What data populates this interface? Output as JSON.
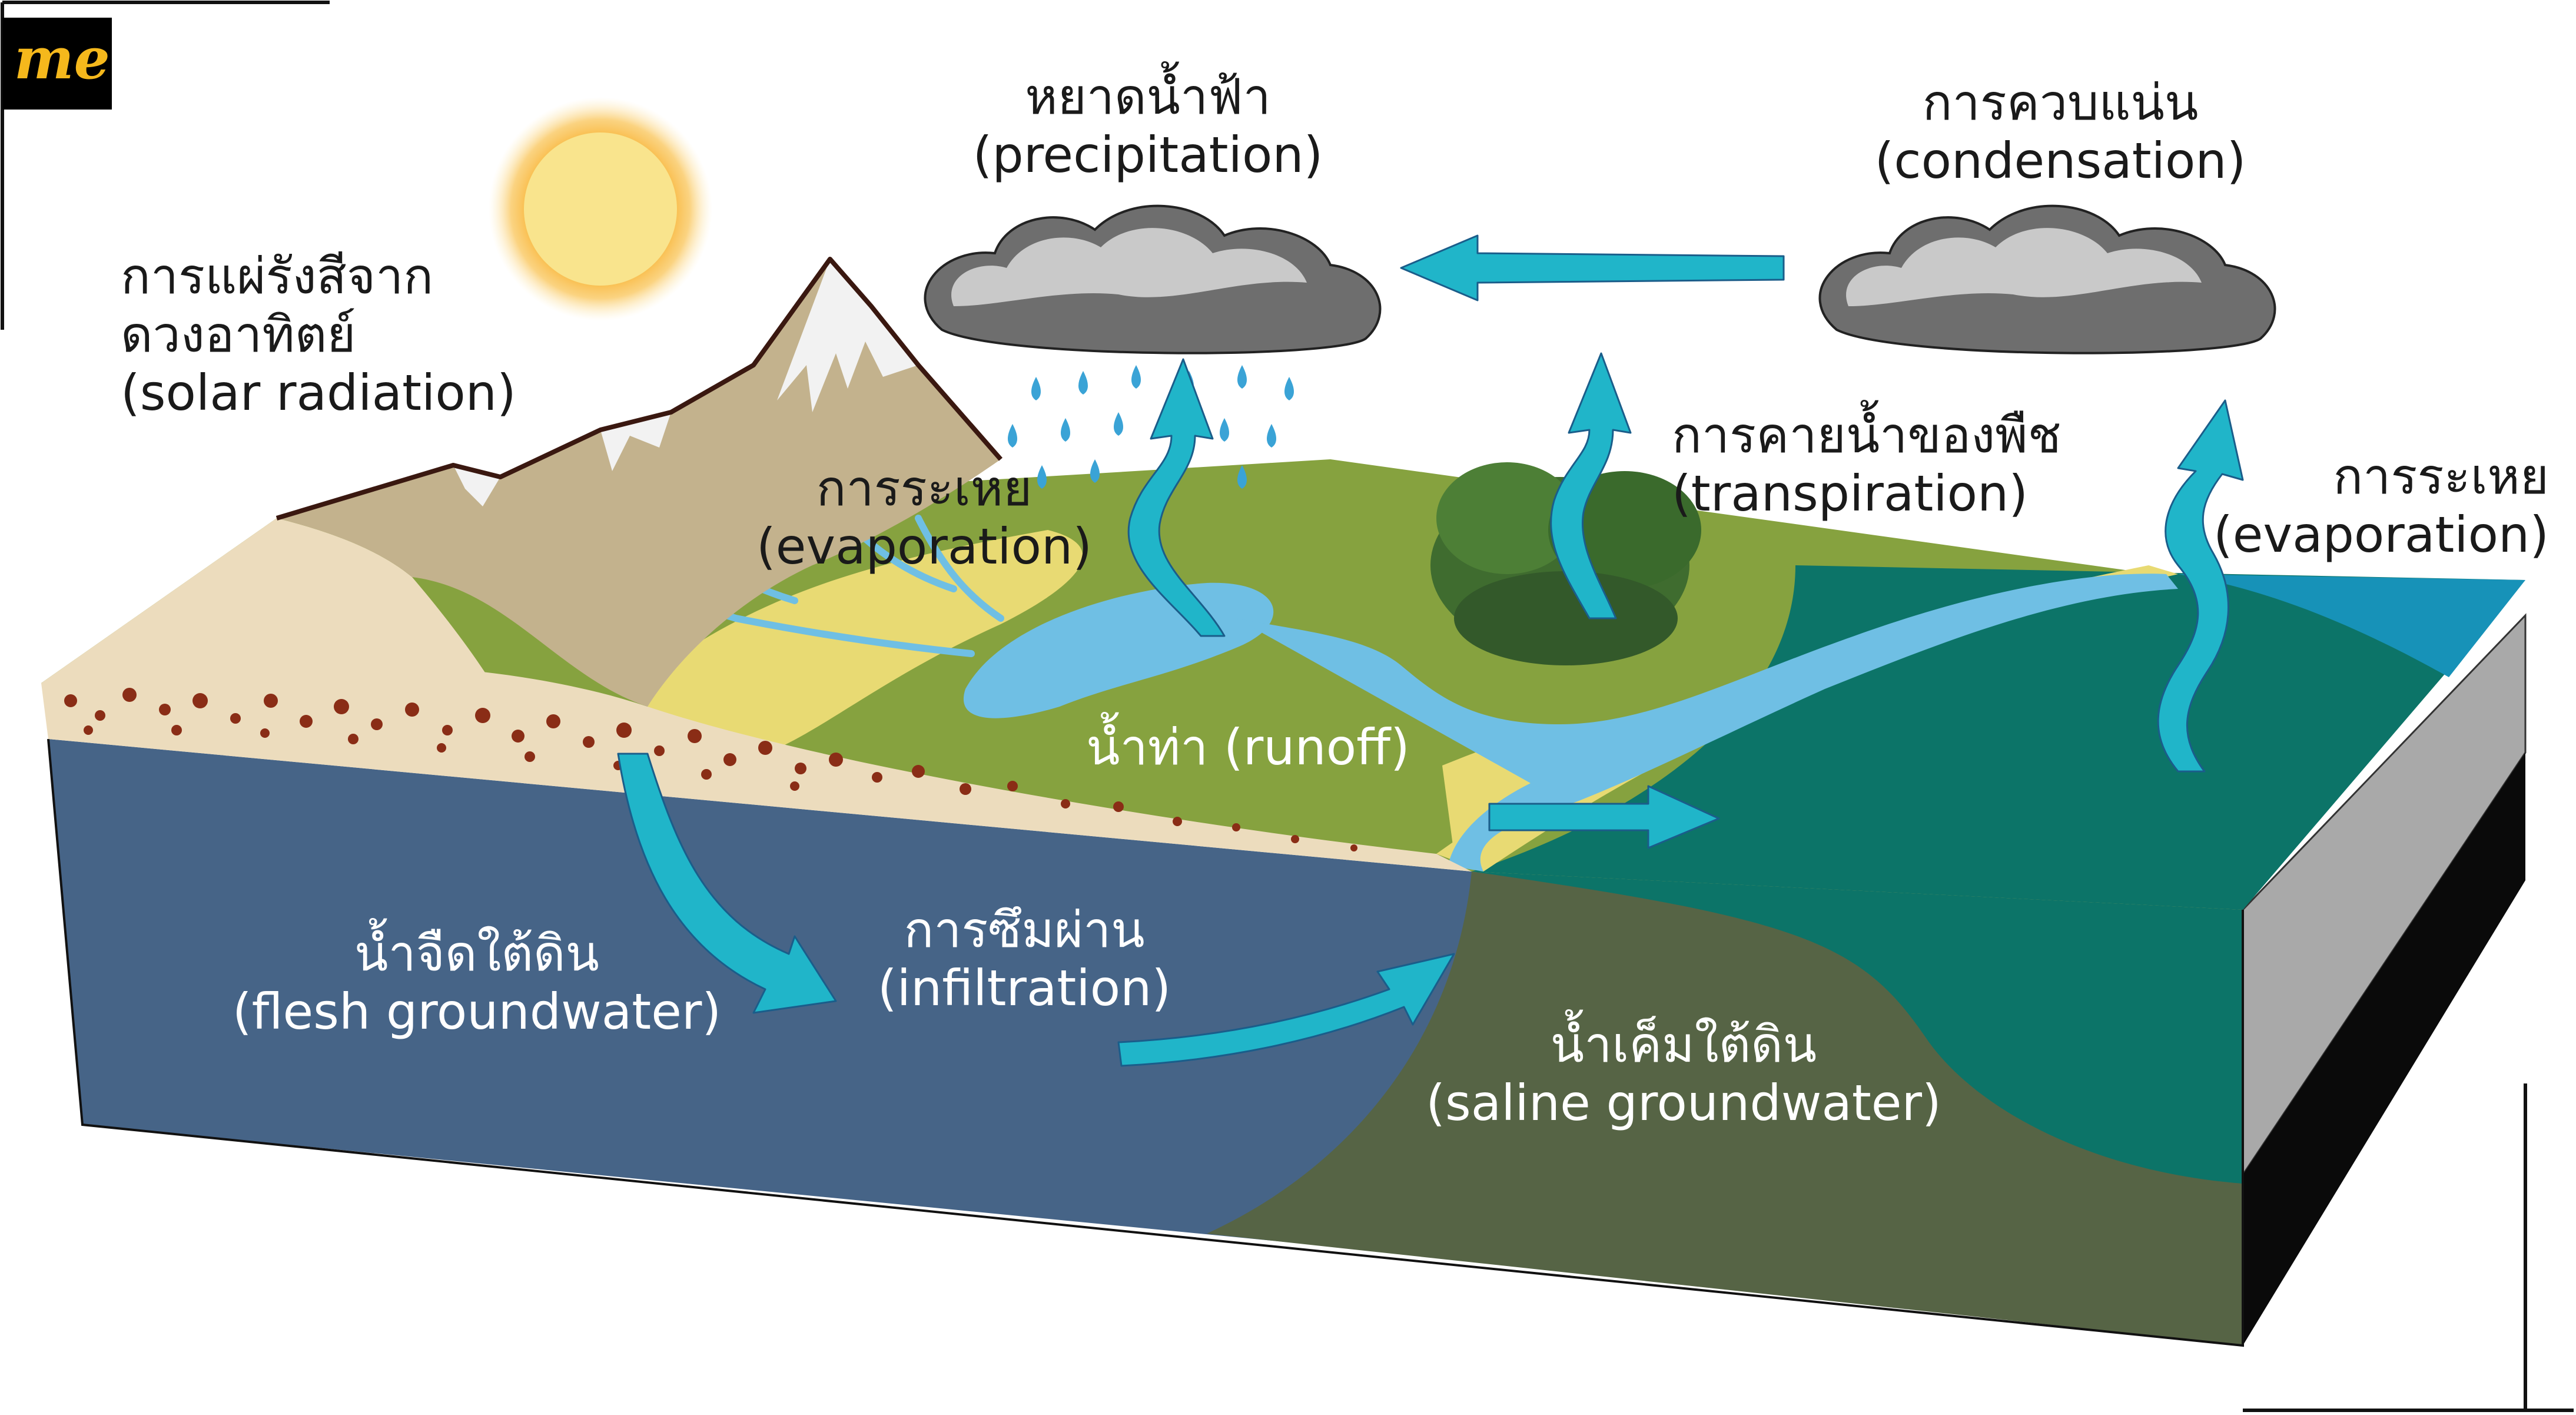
{
  "brand": {
    "logo_text": "me"
  },
  "labels": {
    "solar": {
      "line1": "การแผ่รังสีจาก",
      "line2": "ดวงอาทิตย์",
      "line3": "(solar radiation)"
    },
    "precipitation": {
      "thai": "หยาดน้ำฟ้า",
      "english": "(precipitation)"
    },
    "condensation": {
      "thai": "การควบแน่น",
      "english": "(condensation)"
    },
    "evaporation_land": {
      "thai": "การระเหย",
      "english": "(evaporation)"
    },
    "transpiration": {
      "thai": "การคายน้ำของพืช",
      "english": "(transpiration)"
    },
    "evaporation_sea": {
      "thai": "การระเหย",
      "english": "(evaporation)"
    },
    "runoff": {
      "text": "น้ำท่า (runoff)"
    },
    "fresh_groundwater": {
      "thai": "น้ำจืดใต้ดิน",
      "english": "(flesh groundwater)"
    },
    "infiltration": {
      "thai": "การซึมผ่าน",
      "english": "(infiltration)"
    },
    "saline_groundwater": {
      "thai": "น้ำเค็มใต้ดิน",
      "english": "(saline groundwater)"
    }
  },
  "colors": {
    "sun": "#f9e48d",
    "sun_glow": "#f7a81b",
    "cloud_light": "#c9c9c9",
    "cloud_dark": "#6e6e6e",
    "arrow": "#20b5c9",
    "arrow_outline": "#1a5d8a",
    "fresh_groundwater": "#466487",
    "saline_groundwater": "#566445",
    "sea": "#0c7468",
    "grass": "#86a23f",
    "sand": "#e8da73",
    "mountain": "#c3b28d",
    "water": "#6fbfe4",
    "soil_dots": "#8a2d16",
    "beige": "#ecdcbd"
  }
}
